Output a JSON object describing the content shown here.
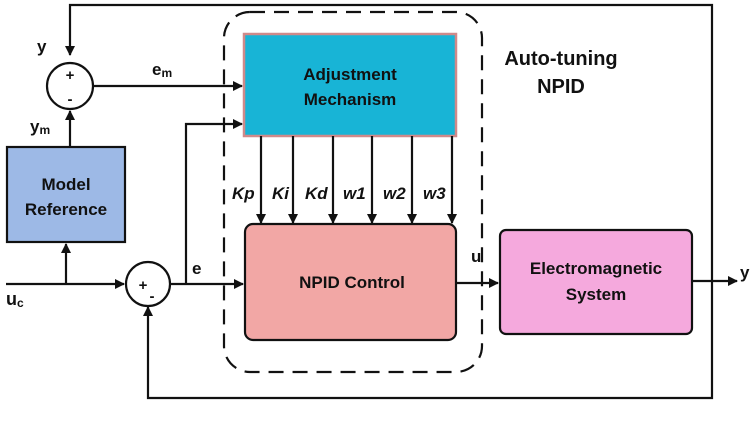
{
  "title": {
    "line1": "Auto-tuning",
    "line2": "NPID"
  },
  "blocks": {
    "adjustment": {
      "line1": "Adjustment",
      "line2": "Mechanism",
      "fill": "#18b4d6"
    },
    "npid": {
      "label": "NPID Control",
      "fill": "#f2a7a5"
    },
    "electromagnetic": {
      "line1": "Electromagnetic",
      "line2": "System",
      "fill": "#f5a9dd"
    },
    "model": {
      "line1": "Model",
      "line2": "Reference",
      "fill": "#9db9e6"
    }
  },
  "gains": [
    "Kp",
    "Ki",
    "Kd",
    "w1",
    "w2",
    "w3"
  ],
  "signals": {
    "y_top": "y",
    "y_out": "y",
    "em": "e",
    "em_sub": "m",
    "ym": "y",
    "ym_sub": "m",
    "uc": "u",
    "uc_sub": "c",
    "e": "e",
    "u": "u"
  },
  "summing_junctions": {
    "top": {
      "plus": "+",
      "minus": "-"
    },
    "bottom": {
      "plus": "+",
      "minus": "-"
    }
  }
}
